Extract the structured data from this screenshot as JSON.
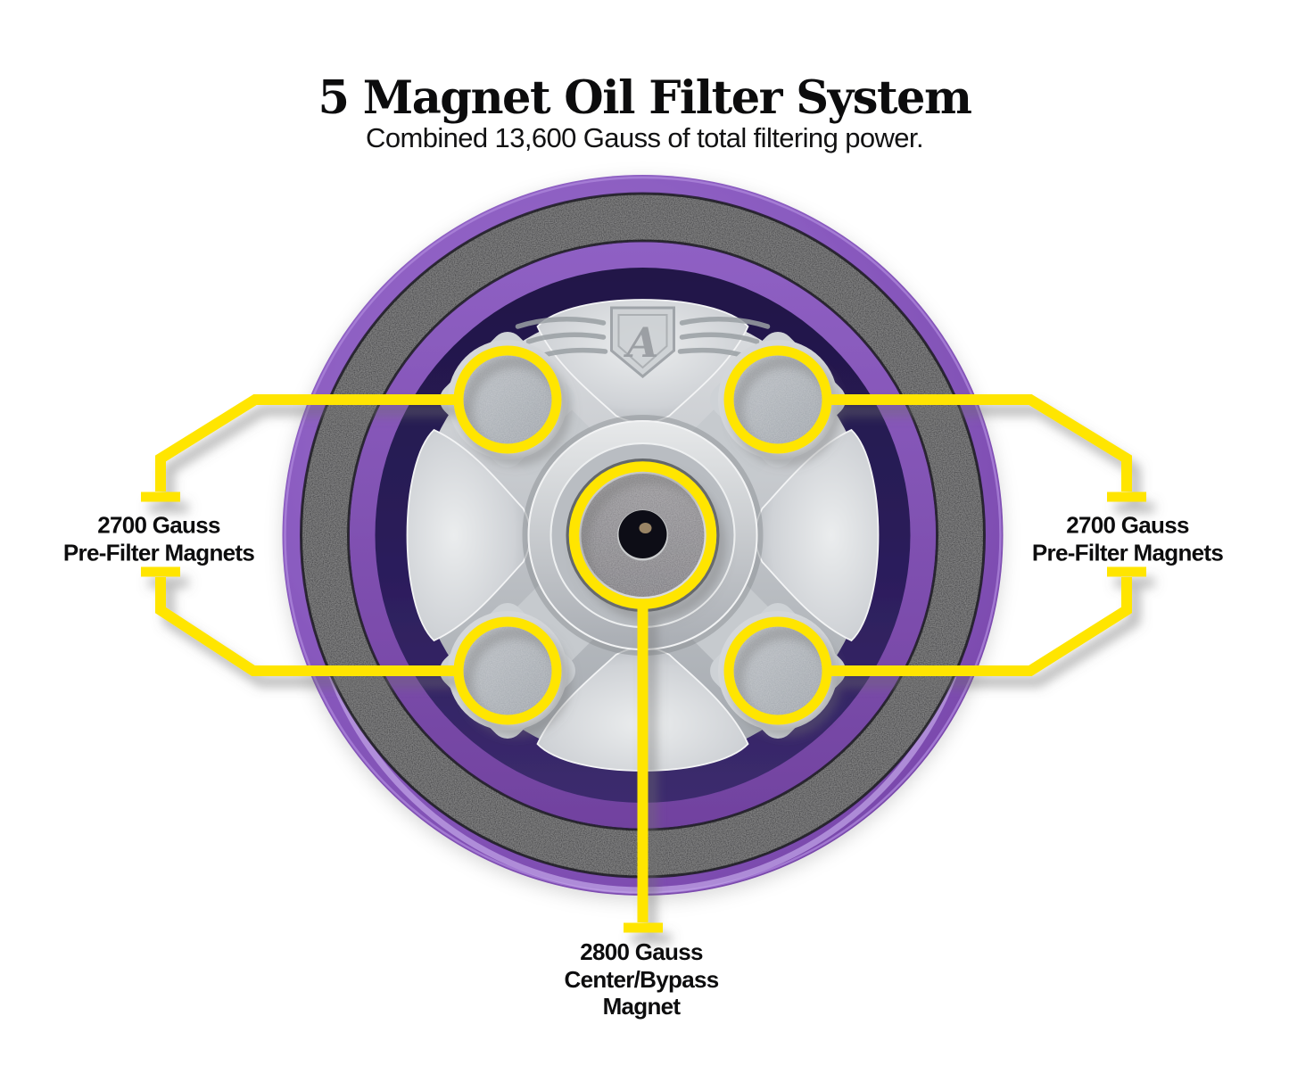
{
  "header": {
    "title": "5 Magnet Oil Filter System",
    "subtitle": "Combined 13,600 Gauss of total filtering power."
  },
  "callouts": {
    "left": {
      "line1": "2700 Gauss",
      "line2": "Pre-Filter Magnets"
    },
    "right": {
      "line1": "2700 Gauss",
      "line2": "Pre-Filter Magnets"
    },
    "center": {
      "line1": "2800 Gauss",
      "line2": "Center/Bypass",
      "line3": "Magnet"
    }
  },
  "icons": {
    "hub_logo": "winged-shield-emblem"
  },
  "colors": {
    "background": "#FFFFFF",
    "accent_yellow": "#FFE500",
    "text_black": "#0D0D0E",
    "filter_purple": "#8A5BC0",
    "gasket_black": "#242328",
    "recess_indigo": "#2B1D5B",
    "hub_silver": "#C7CBD0"
  }
}
